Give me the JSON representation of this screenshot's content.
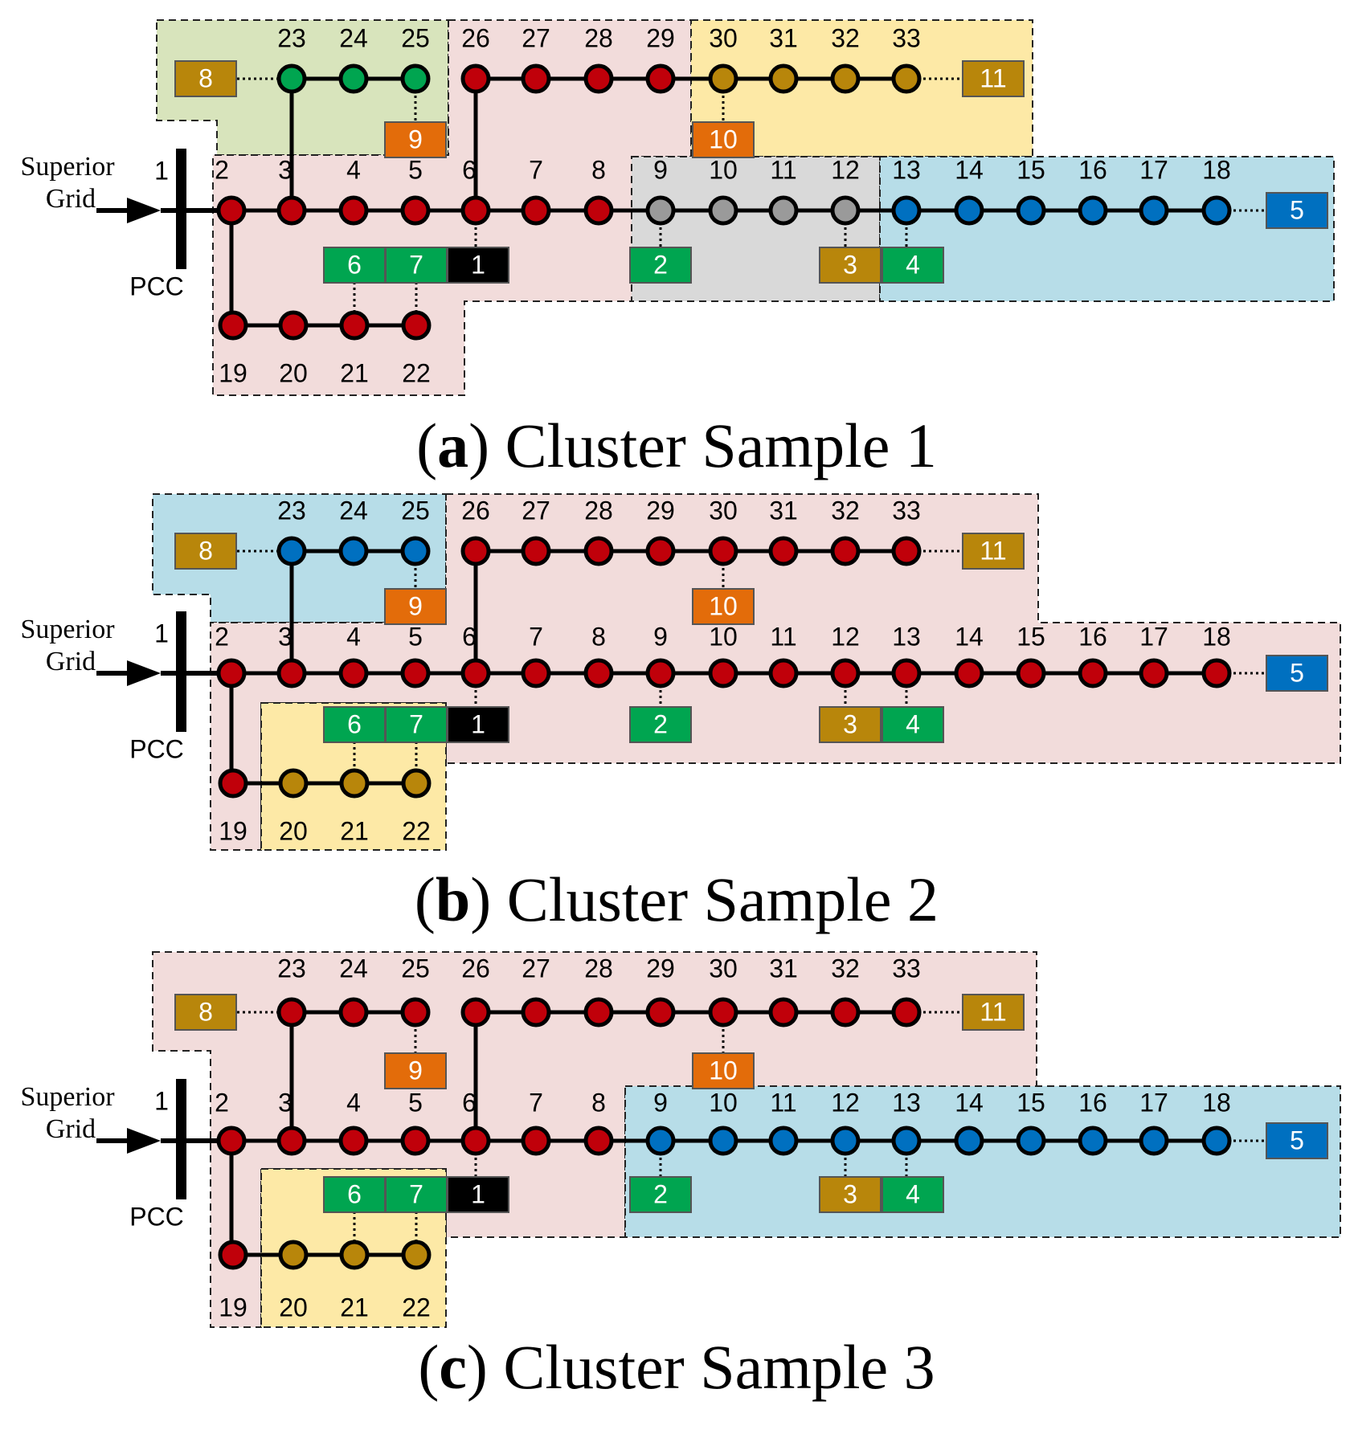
{
  "colors": {
    "red_node": "#c0000a",
    "green_node": "#00a550",
    "gold_node": "#b8860b",
    "gray_node": "#9a9a9a",
    "blue_node": "#0070c0",
    "bg_pink": "#f2dcdb",
    "bg_green": "#d8e4bc",
    "bg_yellow": "#fde9a6",
    "bg_gray": "#d9d9d9",
    "bg_blue": "#b7dde8",
    "dev_gold": "#b8860b",
    "dev_orange": "#e36c0a",
    "dev_green": "#00a550",
    "dev_blue": "#0070c0",
    "dev_black": "#000000"
  },
  "labels": {
    "superior": "Superior",
    "grid": "Grid",
    "pcc": "PCC",
    "bus1": "1"
  },
  "bus_labels": [
    "2",
    "3",
    "4",
    "5",
    "6",
    "7",
    "8",
    "9",
    "10",
    "11",
    "12",
    "13",
    "14",
    "15",
    "16",
    "17",
    "18",
    "19",
    "20",
    "21",
    "22",
    "23",
    "24",
    "25",
    "26",
    "27",
    "28",
    "29",
    "30",
    "31",
    "32",
    "33"
  ],
  "device_labels": {
    "d1": "1",
    "d2": "2",
    "d3": "3",
    "d4": "4",
    "d5": "5",
    "d6": "6",
    "d7": "7",
    "d8": "8",
    "d9": "9",
    "d10": "10",
    "d11": "11"
  },
  "device_colors": {
    "d1": "dev_black",
    "d2": "dev_green",
    "d3": "dev_gold",
    "d4": "dev_green",
    "d5": "dev_blue",
    "d6": "dev_green",
    "d7": "dev_green",
    "d8": "dev_gold",
    "d9": "dev_orange",
    "d10": "dev_orange",
    "d11": "dev_gold"
  },
  "panels": [
    {
      "caption_letter": "a",
      "caption_text": "Cluster Sample 1",
      "clusters": [
        {
          "color": "bg_green",
          "buses": [
            "23",
            "24",
            "25"
          ]
        },
        {
          "color": "bg_pink",
          "buses": [
            "2",
            "3",
            "4",
            "5",
            "6",
            "7",
            "8",
            "19",
            "20",
            "21",
            "22",
            "26",
            "27",
            "28",
            "29"
          ]
        },
        {
          "color": "bg_yellow",
          "buses": [
            "30",
            "31",
            "32",
            "33"
          ]
        },
        {
          "color": "bg_gray",
          "buses": [
            "9",
            "10",
            "11",
            "12"
          ]
        },
        {
          "color": "bg_blue",
          "buses": [
            "13",
            "14",
            "15",
            "16",
            "17",
            "18"
          ]
        }
      ],
      "node_colors": {
        "2": "red_node",
        "3": "red_node",
        "4": "red_node",
        "5": "red_node",
        "6": "red_node",
        "7": "red_node",
        "8": "red_node",
        "9": "gray_node",
        "10": "gray_node",
        "11": "gray_node",
        "12": "gray_node",
        "13": "blue_node",
        "14": "blue_node",
        "15": "blue_node",
        "16": "blue_node",
        "17": "blue_node",
        "18": "blue_node",
        "19": "red_node",
        "20": "red_node",
        "21": "red_node",
        "22": "red_node",
        "23": "green_node",
        "24": "green_node",
        "25": "green_node",
        "26": "red_node",
        "27": "red_node",
        "28": "red_node",
        "29": "red_node",
        "30": "gold_node",
        "31": "gold_node",
        "32": "gold_node",
        "33": "gold_node"
      }
    },
    {
      "caption_letter": "b",
      "caption_text": "Cluster Sample 2",
      "clusters": [
        {
          "color": "bg_blue",
          "buses": [
            "23",
            "24",
            "25"
          ]
        },
        {
          "color": "bg_pink",
          "buses": [
            "2",
            "3",
            "4",
            "5",
            "6",
            "7",
            "8",
            "9",
            "10",
            "11",
            "12",
            "13",
            "14",
            "15",
            "16",
            "17",
            "18",
            "19",
            "26",
            "27",
            "28",
            "29",
            "30",
            "31",
            "32",
            "33"
          ]
        },
        {
          "color": "bg_yellow",
          "buses": [
            "20",
            "21",
            "22"
          ]
        }
      ],
      "node_colors": {
        "2": "red_node",
        "3": "red_node",
        "4": "red_node",
        "5": "red_node",
        "6": "red_node",
        "7": "red_node",
        "8": "red_node",
        "9": "red_node",
        "10": "red_node",
        "11": "red_node",
        "12": "red_node",
        "13": "red_node",
        "14": "red_node",
        "15": "red_node",
        "16": "red_node",
        "17": "red_node",
        "18": "red_node",
        "19": "red_node",
        "20": "gold_node",
        "21": "gold_node",
        "22": "gold_node",
        "23": "blue_node",
        "24": "blue_node",
        "25": "blue_node",
        "26": "red_node",
        "27": "red_node",
        "28": "red_node",
        "29": "red_node",
        "30": "red_node",
        "31": "red_node",
        "32": "red_node",
        "33": "red_node"
      }
    },
    {
      "caption_letter": "c",
      "caption_text": "Cluster Sample 3",
      "clusters": [
        {
          "color": "bg_pink",
          "buses": [
            "2",
            "3",
            "4",
            "5",
            "6",
            "7",
            "8",
            "19",
            "23",
            "24",
            "25",
            "26",
            "27",
            "28",
            "29",
            "30",
            "31",
            "32",
            "33"
          ]
        },
        {
          "color": "bg_yellow",
          "buses": [
            "20",
            "21",
            "22"
          ]
        },
        {
          "color": "bg_blue",
          "buses": [
            "9",
            "10",
            "11",
            "12",
            "13",
            "14",
            "15",
            "16",
            "17",
            "18"
          ]
        }
      ],
      "node_colors": {
        "2": "red_node",
        "3": "red_node",
        "4": "red_node",
        "5": "red_node",
        "6": "red_node",
        "7": "red_node",
        "8": "red_node",
        "9": "blue_node",
        "10": "blue_node",
        "11": "blue_node",
        "12": "blue_node",
        "13": "blue_node",
        "14": "blue_node",
        "15": "blue_node",
        "16": "blue_node",
        "17": "blue_node",
        "18": "blue_node",
        "19": "red_node",
        "20": "gold_node",
        "21": "gold_node",
        "22": "gold_node",
        "23": "red_node",
        "24": "red_node",
        "25": "red_node",
        "26": "red_node",
        "27": "red_node",
        "28": "red_node",
        "29": "red_node",
        "30": "red_node",
        "31": "red_node",
        "32": "red_node",
        "33": "red_node"
      }
    }
  ]
}
